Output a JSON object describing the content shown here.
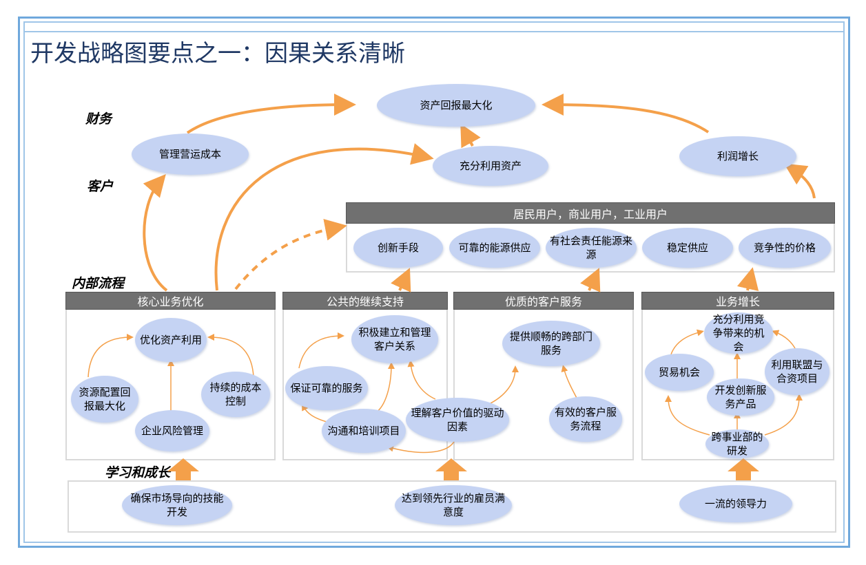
{
  "title": "开发战略图要点之一：因果关系清晰",
  "layers": {
    "finance": "财务",
    "customer": "客户",
    "internal": "内部流程",
    "learning": "学习和成长"
  },
  "finance": {
    "top_goal": "资产回报最大化",
    "cost": "管理营运成本",
    "assets": "充分利用资产",
    "profit": "利润增长"
  },
  "customer": {
    "header": "居民用户，商业用户，工业用户",
    "items": [
      "创新手段",
      "可靠的能源供应",
      "有社会责任能源来源",
      "稳定供应",
      "竞争性的价格"
    ]
  },
  "internal": {
    "core": {
      "header": "核心业务优化",
      "items": [
        "优化资产利用",
        "资源配置回报最大化",
        "持续的成本控制",
        "企业风险管理"
      ]
    },
    "public": {
      "header": "公共的继续支持",
      "items": [
        "积极建立和管理客户关系",
        "保证可靠的服务",
        "沟通和培训项目",
        "理解客户价值的驱动因素"
      ]
    },
    "service": {
      "header": "优质的客户服务",
      "items": [
        "提供顺畅的跨部门服务",
        "有效的客户服务流程"
      ]
    },
    "growth": {
      "header": "业务增长",
      "items": [
        "充分利用竞争带来的机会",
        "贸易机会",
        "开发创新服务产品",
        "利用联盟与合资项目",
        "跨事业部的研发"
      ]
    }
  },
  "learning": {
    "items": [
      "确保市场导向的技能开发",
      "达到领先行业的雇员满意度",
      "一流的领导力"
    ]
  },
  "colors": {
    "arrow": "#f4a04a",
    "ellipse": "#c5d3f3",
    "header": "#707070",
    "title": "#1f3864",
    "frame": "#6fa8dc"
  }
}
